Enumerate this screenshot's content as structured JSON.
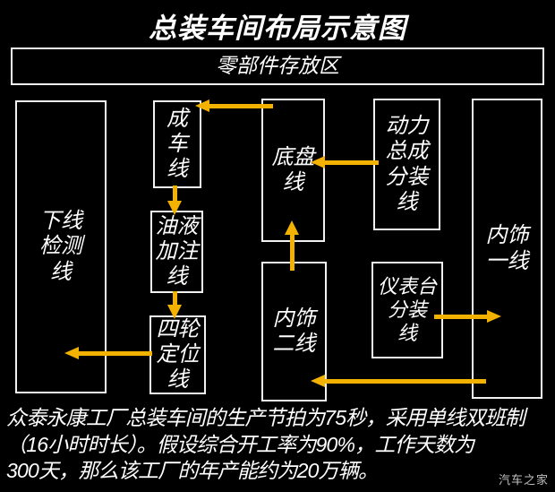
{
  "page": {
    "title": "总装车间布局示意图",
    "watermark": "汽车之家"
  },
  "colors": {
    "background": "#000000",
    "text": "#ffffff",
    "box_border": "#f2f2f2",
    "arrow": "#f3b200"
  },
  "storage_area": {
    "label": "零部件存放区"
  },
  "lines": {
    "offline_inspection": {
      "label": "下线\n检测\n线"
    },
    "finished_vehicle": {
      "label": "成\n车\n线"
    },
    "fluid_filling": {
      "label": "油液\n加注\n线"
    },
    "wheel_alignment": {
      "label": "四轮\n定位\n线"
    },
    "chassis": {
      "label": "底盘\n线"
    },
    "interior_2": {
      "label": "内饰\n二线"
    },
    "powertrain_subassembly": {
      "label": "动力\n总成\n分装\n线"
    },
    "dashboard_subassembly": {
      "label": "仪表台\n分装\n线"
    },
    "interior_1": {
      "label": "内饰\n一线"
    }
  },
  "flows": [
    {
      "from": "底盘线",
      "to": "成车线"
    },
    {
      "from": "动力总成分装线",
      "to": "底盘线"
    },
    {
      "from": "成车线",
      "to": "油液加注线"
    },
    {
      "from": "油液加注线",
      "to": "四轮定位线"
    },
    {
      "from": "四轮定位线",
      "to": "下线检测线"
    },
    {
      "from": "内饰二线",
      "to": "底盘线"
    },
    {
      "from": "内饰一线",
      "to": "内饰二线"
    },
    {
      "from": "仪表台分装线",
      "to": "内饰一线"
    }
  ],
  "footer": {
    "text": "众泰永康工厂总装车间的生产节拍为75秒，采用单线双班制\n（16小时时长）。假设综合开工率为90%，工作天数为\n300天，那么该工厂的年产能约为20万辆。"
  }
}
